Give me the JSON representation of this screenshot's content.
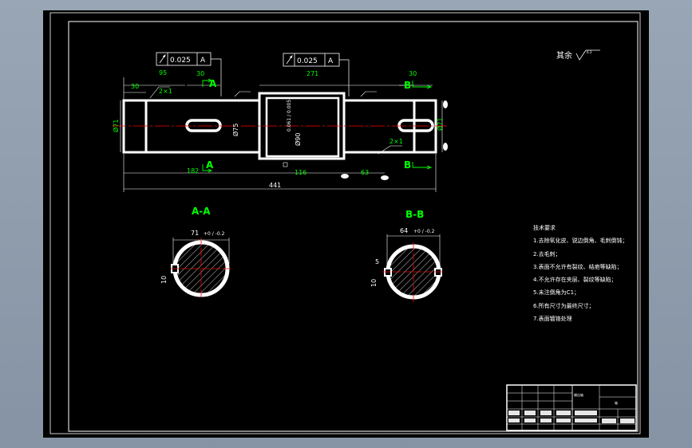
{
  "colors": {
    "background": "#000000",
    "outline": "#ffffff",
    "dimension": "#00ff00",
    "centerline": "#ff0000",
    "frame": "#ffffff",
    "window_bg": "#8e9cac"
  },
  "roughness": {
    "label": "其余",
    "value": "6.3"
  },
  "tolerances": {
    "runout_left": {
      "value": "0.025",
      "datum": "A"
    },
    "runout_right": {
      "value": "0.025",
      "datum": "A"
    }
  },
  "dimensions": {
    "d95": "95",
    "d30_left": "30",
    "d30_key": "30",
    "d271": "271",
    "d30_right": "30",
    "chamfer_left": "2×1",
    "chamfer_right": "2×1",
    "d182": "182",
    "d116": "116",
    "d63": "63",
    "d441": "441",
    "dia71": "Ø71",
    "dia75": "Ø75",
    "dia90": "Ø90",
    "dia90_tol": "0.061 / 0.005",
    "dia71_right": "Ø71"
  },
  "section_labels": {
    "a_mark": "A",
    "b_mark": "B",
    "section_aa": "A-A",
    "section_bb": "B-B"
  },
  "section_aa": {
    "width": "71",
    "width_tol": "+0 / -0.2",
    "depth": "10"
  },
  "section_bb": {
    "width": "64",
    "width_tol": "+0 / -0.2",
    "key": "5",
    "depth": "10"
  },
  "tech_requirements": {
    "title": "技术要求",
    "items": [
      "1.去除氧化皮、锐边倒角、毛刺倒钝；",
      "2.去毛刺；",
      "3.表面不允许有裂纹、结疤等缺陷；",
      "4.不允许存在夹层、裂纹等缺陷；",
      "5.未注倒角为C1；",
      "6.所有尺寸为最终尺寸；",
      "7.表面镀铬处理"
    ]
  },
  "title_block": {
    "part_name": "输出轴",
    "code": "轴"
  }
}
